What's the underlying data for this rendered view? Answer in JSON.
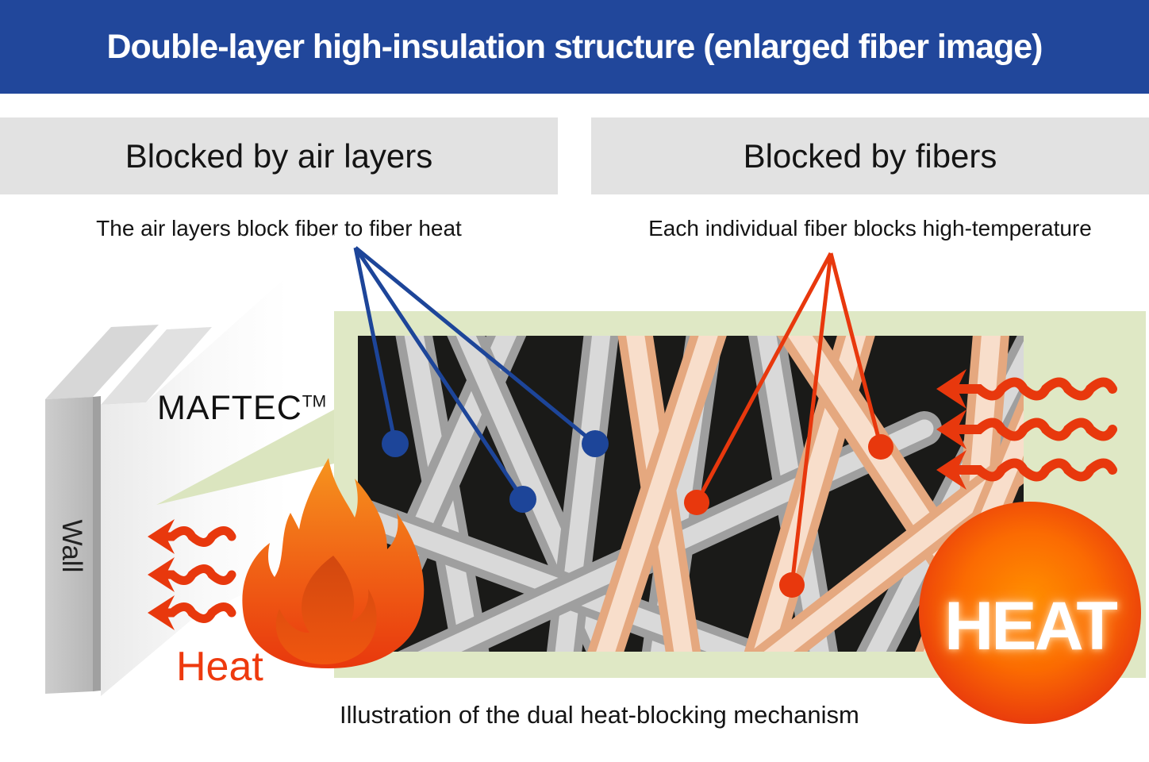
{
  "banner": {
    "title": "Double-layer high-insulation structure (enlarged fiber image)"
  },
  "sections": {
    "air": {
      "header": "Blocked by air layers",
      "description": "The air layers block fiber to fiber heat"
    },
    "fibers": {
      "header": "Blocked by fibers",
      "description": "Each individual fiber blocks high-temperature"
    }
  },
  "labels": {
    "wall": "Wall",
    "product": "MAFTEC",
    "product_tm": "TM",
    "heat_source": "Heat",
    "heat_circle": "HEAT",
    "caption": "Illustration of the dual heat-blocking mechanism"
  },
  "icons": {
    "flame": "flame-icon",
    "left_arrows": "heat-wave-arrows-left",
    "right_arrows": "heat-wave-arrows-right",
    "air_layer_markers": "blue-dot-markers",
    "fiber_markers": "red-dot-markers"
  },
  "colors": {
    "banner_blue": "#21479b",
    "header_gray": "#e2e2e2",
    "panel_green": "#dfe8c5",
    "panel_black": "#1a1a18",
    "accent_red": "#e8380d",
    "accent_blue": "#1d4599",
    "fiber_gray": "#9f9f9f",
    "fiber_peach": "#e5a87f",
    "heat_circle_center": "#ff9000",
    "heat_circle_edge": "#e8380d"
  }
}
